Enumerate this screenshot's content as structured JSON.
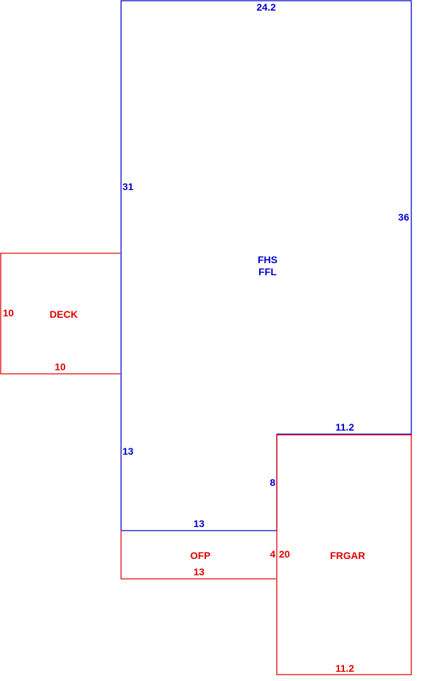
{
  "colors": {
    "main_structure": "#0000cc",
    "addition": "#e00000"
  },
  "main_house": {
    "labels": [
      "FHS",
      "FFL"
    ],
    "dimensions": {
      "top": "24.2",
      "left_upper": "31",
      "right": "36",
      "left_lower": "13",
      "bottom_left": "13",
      "step_vertical": "8",
      "step_horizontal": "11.2"
    }
  },
  "deck": {
    "label": "DECK",
    "dimensions": {
      "left": "10",
      "bottom": "10"
    }
  },
  "porch": {
    "label": "OFP",
    "dimensions": {
      "bottom": "13",
      "right": "4"
    }
  },
  "garage": {
    "label": "FRGAR",
    "dimensions": {
      "left": "20",
      "bottom": "11.2"
    }
  }
}
